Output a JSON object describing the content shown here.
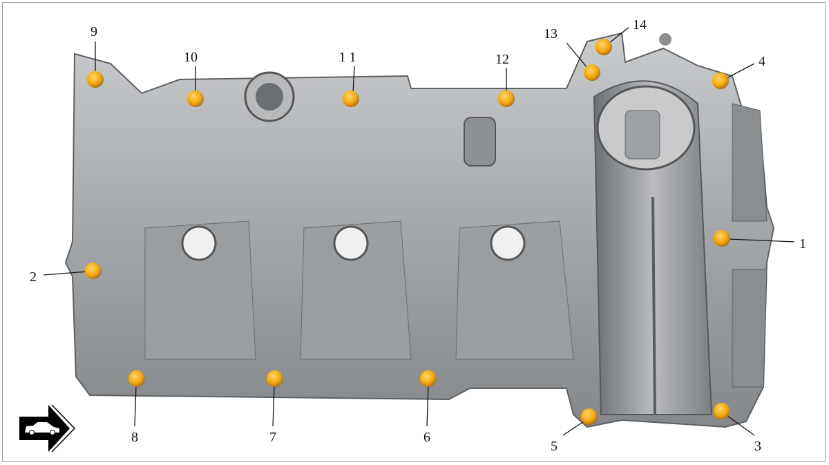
{
  "colors": {
    "bolt": "#f2a70f",
    "bolt_dark": "#b8740a",
    "cover": "#a9abae",
    "cover_dark": "#6f7275",
    "cover_light": "#d6d8da"
  },
  "icons": {
    "direction": "car-forward-arrow-icon"
  },
  "callouts": [
    {
      "label": "9"
    },
    {
      "label": "10"
    },
    {
      "label": "1 1"
    },
    {
      "label": "12"
    },
    {
      "label": "13"
    },
    {
      "label": "14"
    },
    {
      "label": "4"
    },
    {
      "label": "1"
    },
    {
      "label": "2"
    },
    {
      "label": "8"
    },
    {
      "label": "7"
    },
    {
      "label": "6"
    },
    {
      "label": "5"
    },
    {
      "label": "3"
    }
  ]
}
